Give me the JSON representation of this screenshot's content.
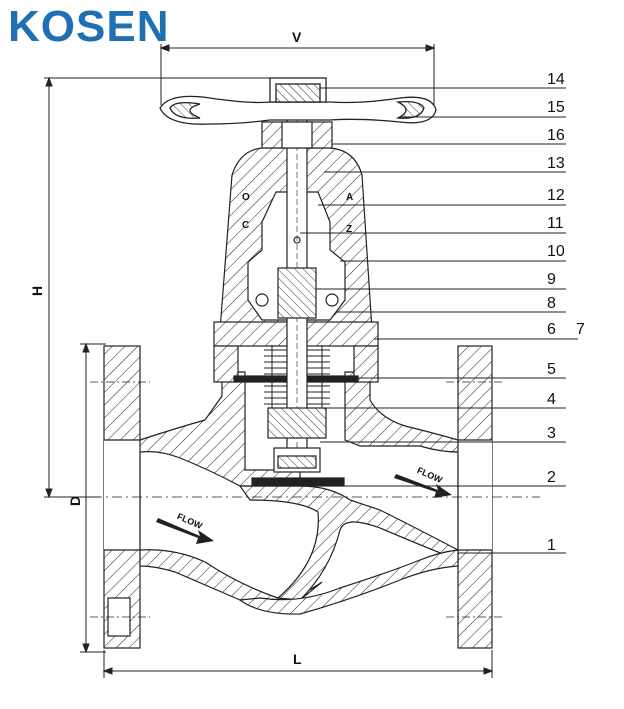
{
  "brand": {
    "logo_text": "KOSEN",
    "color": "#1f6fb2"
  },
  "dimensions": {
    "v": "V",
    "h": "H",
    "d": "D",
    "l": "L"
  },
  "flow_labels": [
    "FLOW",
    "FLOW"
  ],
  "body_letters": [
    "O",
    "C",
    "A",
    "Z"
  ],
  "part_labels": [
    "14",
    "15",
    "16",
    "13",
    "12",
    "11",
    "10",
    "9",
    "8",
    "6",
    "7",
    "5",
    "4",
    "3",
    "2",
    "1"
  ]
}
